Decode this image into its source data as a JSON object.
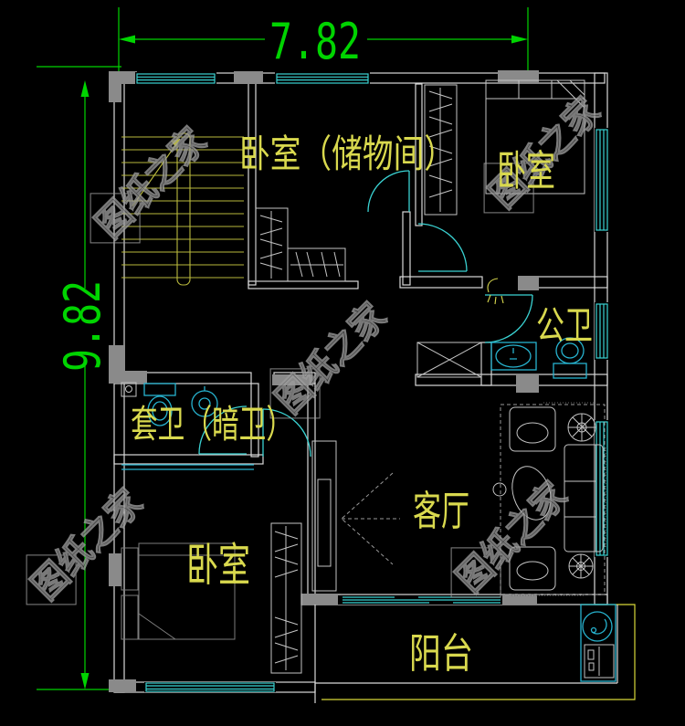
{
  "drawing": {
    "type": "floor-plan",
    "dimensions": {
      "width_label": "7.82",
      "height_label": "9.82"
    },
    "rooms": {
      "storage_bedroom": {
        "label": "卧室（储物间）"
      },
      "bedroom_top_right": {
        "label": "卧室"
      },
      "public_bathroom": {
        "label": "公卫"
      },
      "ensuite_bathroom": {
        "label": "套卫（暗卫）"
      },
      "living_room": {
        "label": "客厅"
      },
      "bedroom_bottom": {
        "label": "卧室"
      },
      "balcony": {
        "label": "阳台"
      }
    },
    "watermark": {
      "text": "图纸之家"
    }
  },
  "colors": {
    "background": "#000000",
    "dimension_green": "#00d400",
    "label_yellow": "#d9d94e",
    "window_cyan": "#3ad2d2",
    "fixture_cyan": "#27b3cf",
    "wall_white": "#d9d9d9",
    "column_gray": "#8a8a8a",
    "furniture_white": "#c4c4c4",
    "stair_yellow": "#b9b93d",
    "balcony_yellow": "#d8d838",
    "watermark_gray": "#9d9d9d"
  }
}
